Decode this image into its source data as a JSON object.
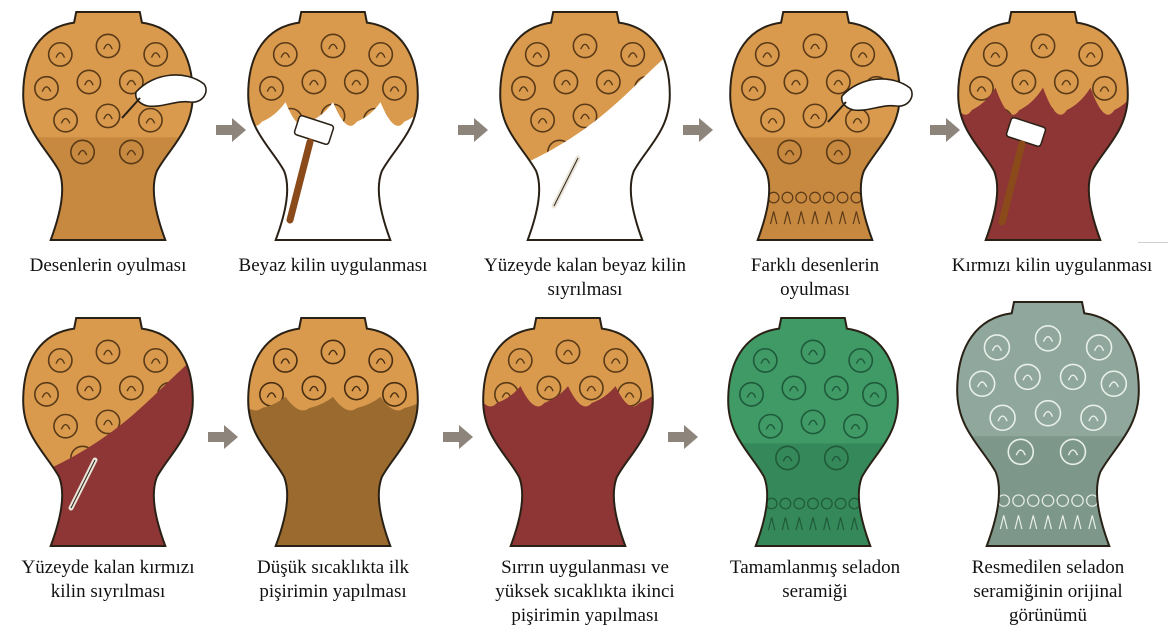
{
  "diagram": {
    "row1": [
      {
        "caption": "Desenlerin oyulması"
      },
      {
        "caption": "Beyaz kilin uygulanması"
      },
      {
        "caption": "Yüzeyde kalan beyaz kilin sıyrılması"
      },
      {
        "caption": "Farklı desenlerin oyulması"
      },
      {
        "caption": "Kırmızı kilin uygulanması"
      }
    ],
    "row2": [
      {
        "caption": "Yüzeyde kalan kırmızı kilin sıyrılması"
      },
      {
        "caption": "Düşük sıcaklıkta ilk pişirimin yapılması"
      },
      {
        "caption": "Sırrın uygulanması ve yüksek sıcaklıkta ikinci pişirimin yapılması"
      },
      {
        "caption": "Tamamlanmış seladon seramiği"
      },
      {
        "caption": "Resmedilen seladon seramiğinin orijinal görünümü"
      }
    ],
    "colors": {
      "clay": "#d99a4e",
      "clay_dark": "#b87a35",
      "white_slip": "#ffffff",
      "red_slip": "#8e3535",
      "fired": "#9a6a2e",
      "celadon": "#3f9a66",
      "celadon_original": "#8fa79c",
      "arrow": "#8d857b",
      "outline": "#2a2116"
    }
  }
}
